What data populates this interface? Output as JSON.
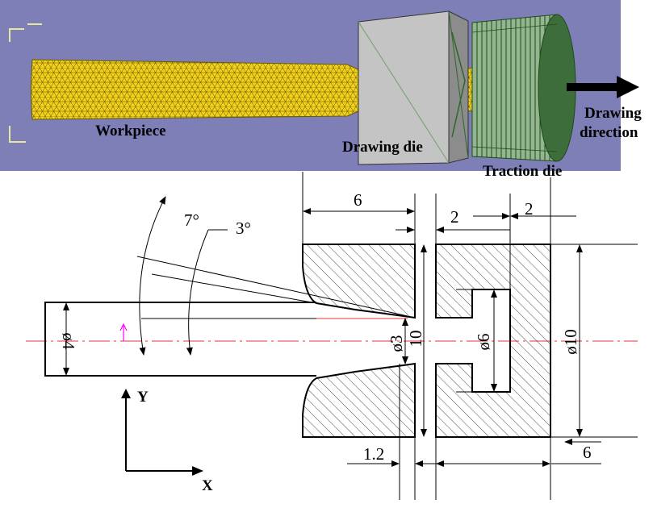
{
  "scene": {
    "workpiece_label": "Workpiece",
    "drawing_die_label": "Drawing die",
    "traction_die_label": "Traction die",
    "direction_label_line1": "Drawing",
    "direction_label_line2": "direction",
    "colors": {
      "viewport_bg": "#7d7fb6",
      "workpiece": "#f2d21c",
      "mesh_line": "#5a4a00",
      "die_grey": "#c4c4c4",
      "traction_green": "#93b58f",
      "arrow": "#000000"
    }
  },
  "drawing": {
    "angle_outer": "7°",
    "angle_inner": "3°",
    "dim_top_die": "6",
    "dim_gap": "2",
    "dim_right": "2",
    "dim_d4": "ø4",
    "dim_d3": "ø3",
    "dim_10_inner": "10",
    "dim_d6": "ø6",
    "dim_d10": "ø10",
    "dim_1_2": "1.2",
    "dim_bottom_6": "6",
    "axis_y": "Y",
    "axis_x": "X",
    "colors": {
      "centerline": "#e8303a",
      "hatch": "#000000",
      "pink_arrow": "#ff00ff"
    }
  }
}
